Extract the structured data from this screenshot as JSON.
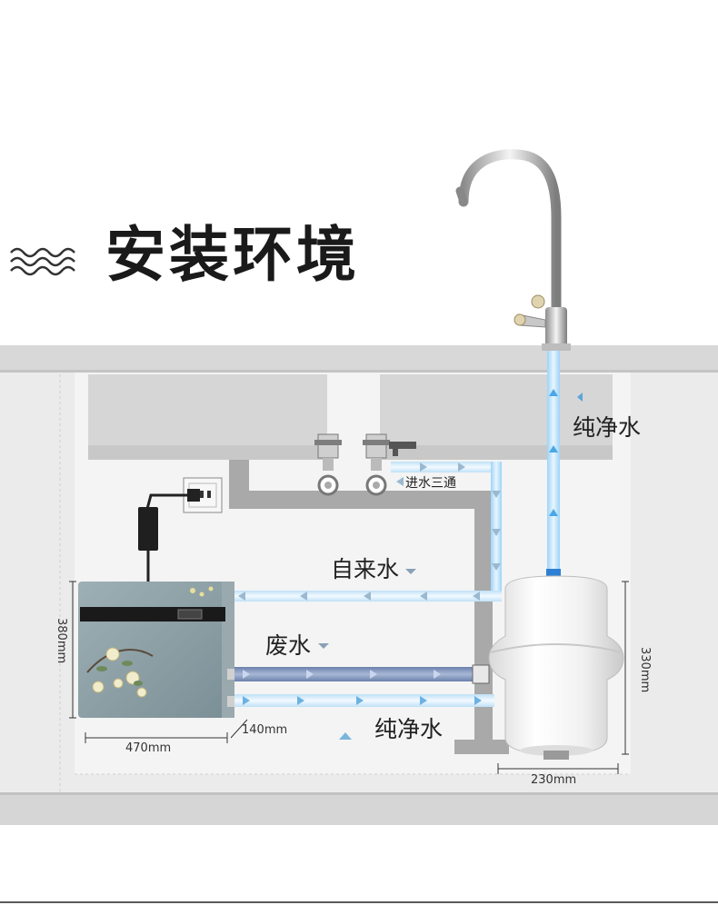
{
  "page_title": "安装环境",
  "labels": {
    "pure_water_top": "纯净水",
    "inlet_tee": "进水三通",
    "tap_water": "自来水",
    "waste_water": "废水",
    "pure_water_bottom": "纯净水"
  },
  "dimensions": {
    "purifier_height": "380mm",
    "purifier_width": "470mm",
    "purifier_depth": "140mm",
    "tank_height": "330mm",
    "tank_width": "230mm"
  },
  "icons": {
    "title_decoration": "wave-lines-icon",
    "faucet": "faucet-icon",
    "socket": "power-socket-icon",
    "adapter": "power-adapter-icon",
    "tank": "pressure-tank-icon",
    "purifier": "water-purifier-icon"
  },
  "colors": {
    "cabinet": "#e6e6e6",
    "pipe_blue": "#cfe6f7",
    "waste_pipe": "#7f93ba",
    "pure_pipe": "#dbeefb",
    "purifier_panel": "#8a9da3",
    "accent_arrow": "#7ab6dc"
  }
}
